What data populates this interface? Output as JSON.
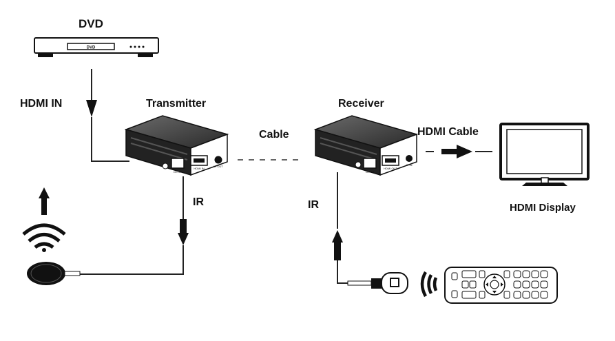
{
  "labels": {
    "dvd": "DVD",
    "hdmi_in": "HDMI IN",
    "transmitter": "Transmitter",
    "receiver": "Receiver",
    "cable": "Cable",
    "hdmi_cable": "HDMI Cable",
    "hdmi_display": "HDMI Display",
    "ir_tx": "IR",
    "ir_rx": "IR"
  },
  "device_text": {
    "dvd_slot": "DVD",
    "tx_dc": "DC 5V",
    "tx_hdmi": "HDMI IN",
    "tx_ir": "IR OUT",
    "rx_dc": "DC 5V",
    "rx_hdmi": "HDMI OUT",
    "rx_ir": "IR IN"
  },
  "colors": {
    "ink": "#111111",
    "line": "#222222",
    "bg": "#ffffff",
    "device_body": "#2b2b2b",
    "device_top": "#4a4a4a"
  },
  "icons": [
    "dvd-player-icon",
    "transmitter-icon",
    "receiver-icon",
    "tv-display-icon",
    "ir-emitter-icon",
    "ir-receiver-icon",
    "remote-control-icon",
    "signal-waves-icon",
    "arrow-icon"
  ]
}
